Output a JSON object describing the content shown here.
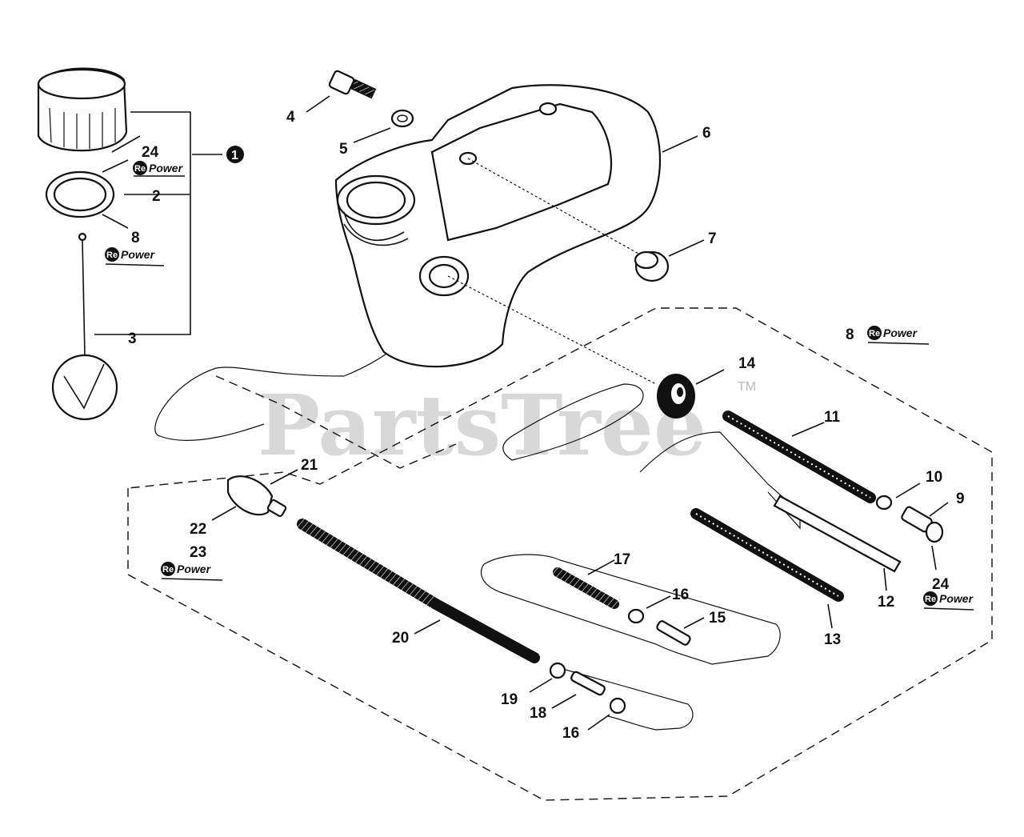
{
  "watermark": {
    "text": "PartsTree",
    "tm": "TM"
  },
  "repower": {
    "re": "Re",
    "power": "Power"
  },
  "assembly_callout": "1",
  "labels": {
    "l24a": "24",
    "l2": "2",
    "l8a": "8",
    "l3": "3",
    "l4": "4",
    "l5": "5",
    "l6": "6",
    "l7": "7",
    "l8b": "8",
    "l14": "14",
    "l11": "11",
    "l10": "10",
    "l9": "9",
    "l24b": "24",
    "l12": "12",
    "l13": "13",
    "l21": "21",
    "l22": "22",
    "l23": "23",
    "l20": "20",
    "l17": "17",
    "l16a": "16",
    "l15": "15",
    "l19": "19",
    "l18": "18",
    "l16b": "16"
  }
}
